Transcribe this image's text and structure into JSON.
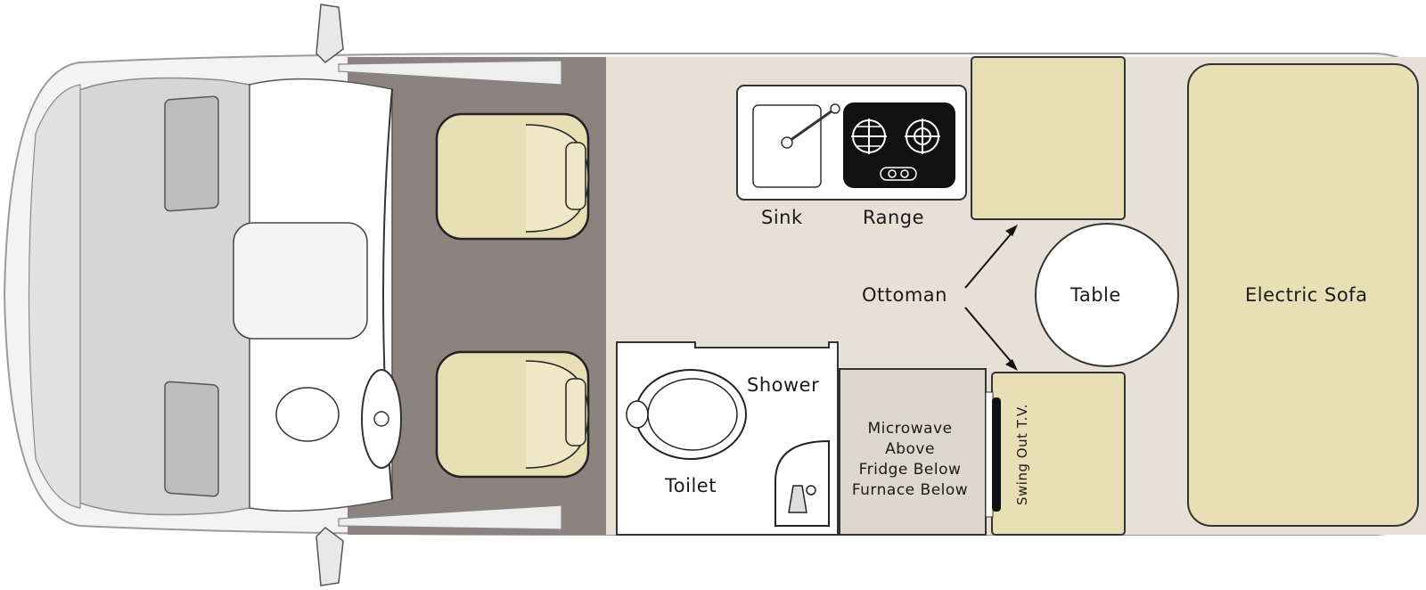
{
  "labels": {
    "sink": "Sink",
    "range": "Range",
    "ottoman": "Ottoman",
    "table": "Table",
    "electric_sofa": "Electric Sofa",
    "shower": "Shower",
    "toilet": "Toilet",
    "microwave": "Microwave",
    "above": "Above",
    "fridge_below": "Fridge Below",
    "furnace_below": "Furnace Below",
    "swing_out_tv": "Swing Out T.V."
  },
  "colors": {
    "floor": "#e6e0d6",
    "cab_floor": "#8c8280",
    "cushion": "#e8dfb6",
    "cabinet": "#ddd8ce",
    "range_top": "#111111",
    "body_outline": "#9a9a9a",
    "body_fill": "#f2f2f2",
    "hood": "#d9d9d9"
  }
}
